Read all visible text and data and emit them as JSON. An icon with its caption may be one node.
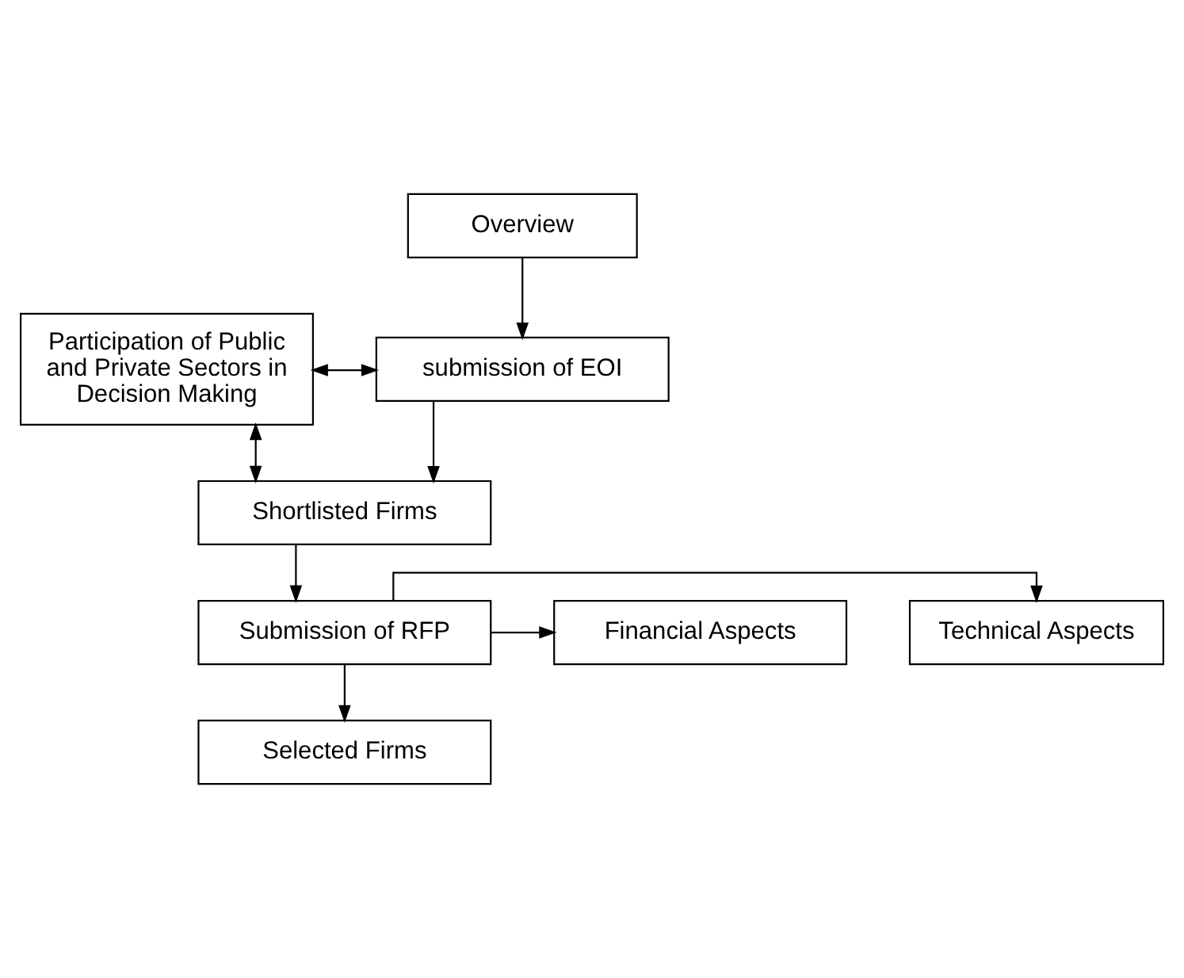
{
  "diagram": {
    "nodes": [
      {
        "text": [
          "Overview"
        ]
      },
      {
        "text": [
          "submission of EOI"
        ]
      },
      {
        "text": [
          "Shortlisted Firms"
        ]
      },
      {
        "text": [
          "Participation of Public and Private Sectors in Decision Making"
        ]
      },
      {
        "text": [
          "Submission of RFP"
        ]
      },
      {
        "text": [
          "Technical Aspects"
        ]
      },
      {
        "text": [
          "Financial Aspects"
        ]
      },
      {
        "text": [
          "Selected Firms"
        ]
      }
    ],
    "edges": [
      {
        "from": 0,
        "to": 1,
        "arrow": "to"
      },
      {
        "from": 1,
        "to": 2,
        "arrow": "to"
      },
      {
        "from": 3,
        "to": 1,
        "arrow": "both"
      },
      {
        "from": 3,
        "to": 2,
        "arrow": "both"
      },
      {
        "from": 2,
        "to": 4,
        "arrow": "to"
      },
      {
        "from": 4,
        "to": 5,
        "arrow": "to"
      },
      {
        "from": 4,
        "to": 6,
        "arrow": "to"
      },
      {
        "from": 4,
        "to": 7,
        "arrow": "to"
      }
    ]
  }
}
